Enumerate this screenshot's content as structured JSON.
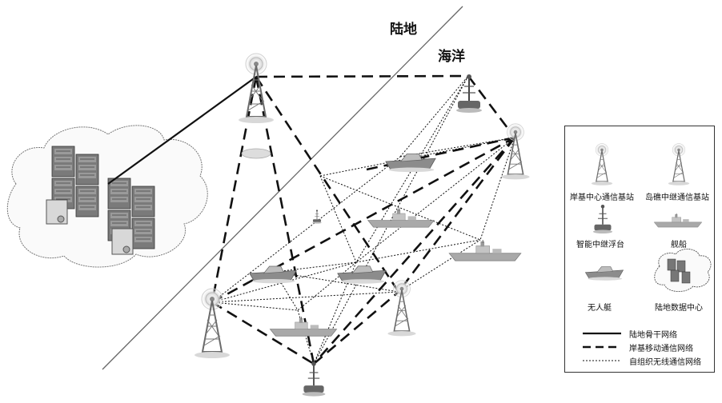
{
  "regions": {
    "land": "陆地",
    "ocean": "海洋"
  },
  "legend": {
    "items": [
      {
        "label": "岸基中心通信基站",
        "icon": "shore-base-station-icon"
      },
      {
        "label": "岛礁中继通信基站",
        "icon": "reef-relay-station-icon"
      },
      {
        "label": "智能中继浮台",
        "icon": "smart-relay-buoy-icon"
      },
      {
        "label": "舰船",
        "icon": "warship-icon"
      },
      {
        "label": "无人艇",
        "icon": "unmanned-boat-icon"
      },
      {
        "label": "陆地数据中心",
        "icon": "land-data-center-icon"
      }
    ],
    "lines": [
      {
        "label": "陆地骨干网络",
        "style": "solid"
      },
      {
        "label": "岸基移动通信网络",
        "style": "dashed"
      },
      {
        "label": "自组织无线通信网络",
        "style": "dotted"
      }
    ]
  },
  "colors": {
    "line": "#111111",
    "icon_gray": "#8a8a8a",
    "ship_gray": "#b5b5b5"
  }
}
